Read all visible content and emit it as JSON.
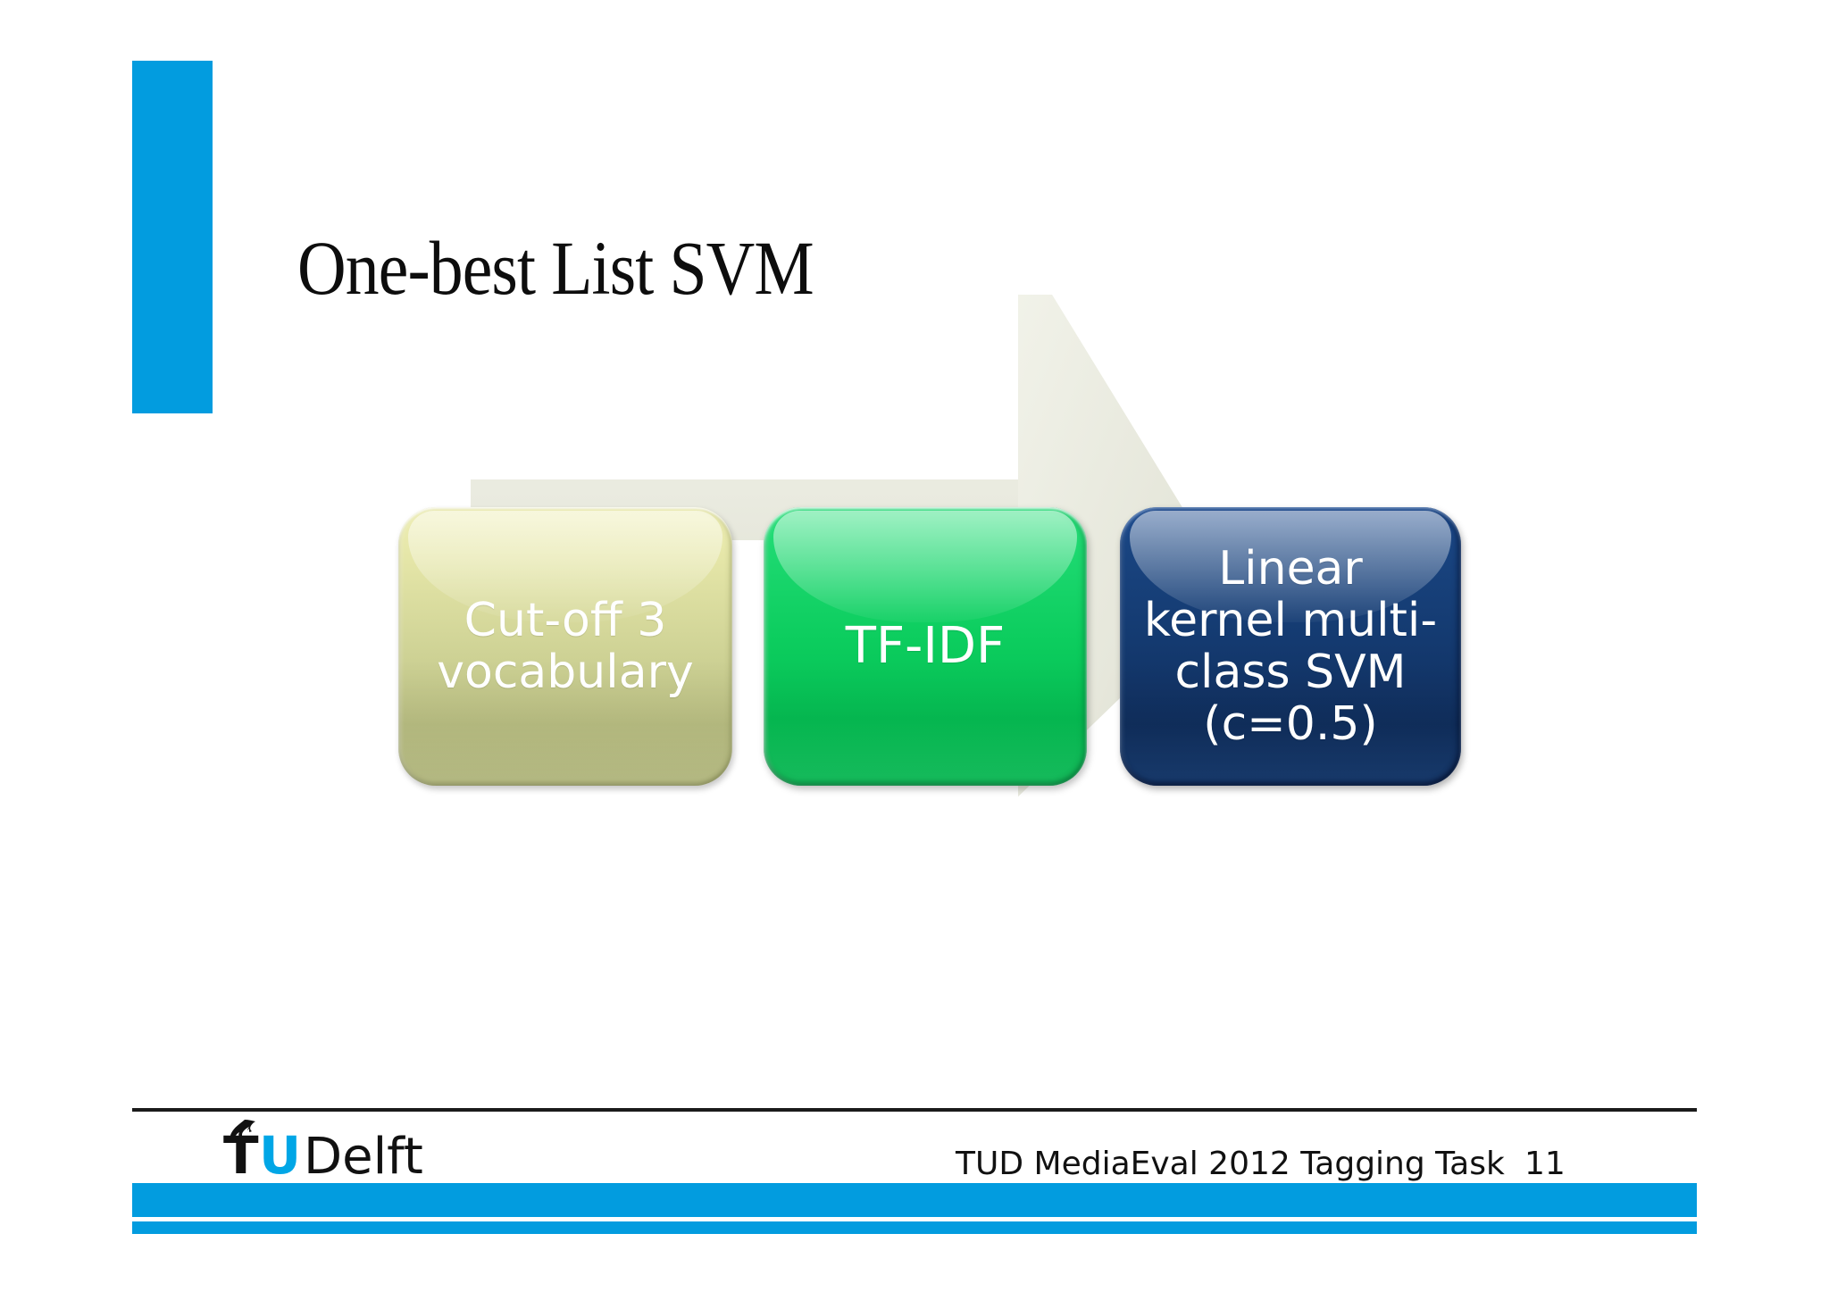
{
  "slide": {
    "title": "One-best List SVM",
    "accent_color": "#029cdf"
  },
  "diagram": {
    "type": "process-arrow",
    "arrow_color": "#e7e8dc",
    "arrow_direction": "right",
    "stages": [
      {
        "label": "Cut-off 3\nvocabulary",
        "line1": "Cut-off 3",
        "line2": "vocabulary",
        "color": "#c8cd8f",
        "text_color": "#ffffff"
      },
      {
        "label": "TF-IDF",
        "line1": "TF-IDF",
        "color": "#0ccd5e",
        "text_color": "#ffffff"
      },
      {
        "label": "Linear\nkernel multi-\nclass SVM\n(c=0.5)",
        "line1": "Linear",
        "line2": "kernel multi-",
        "line3": "class SVM",
        "line4": "(c=0.5)",
        "color": "#143a70",
        "text_color": "#ffffff"
      }
    ]
  },
  "footer": {
    "logo": {
      "name": "tu-delft-logo",
      "letter_t": "T",
      "letter_u": "U",
      "word": "Delft",
      "u_color": "#00a6e6",
      "text_color": "#111111"
    },
    "caption": "TUD MediaEval 2012 Tagging Task",
    "page_number": "11",
    "bar_color": "#029cdf",
    "rule_color": "#1a1a1a"
  }
}
